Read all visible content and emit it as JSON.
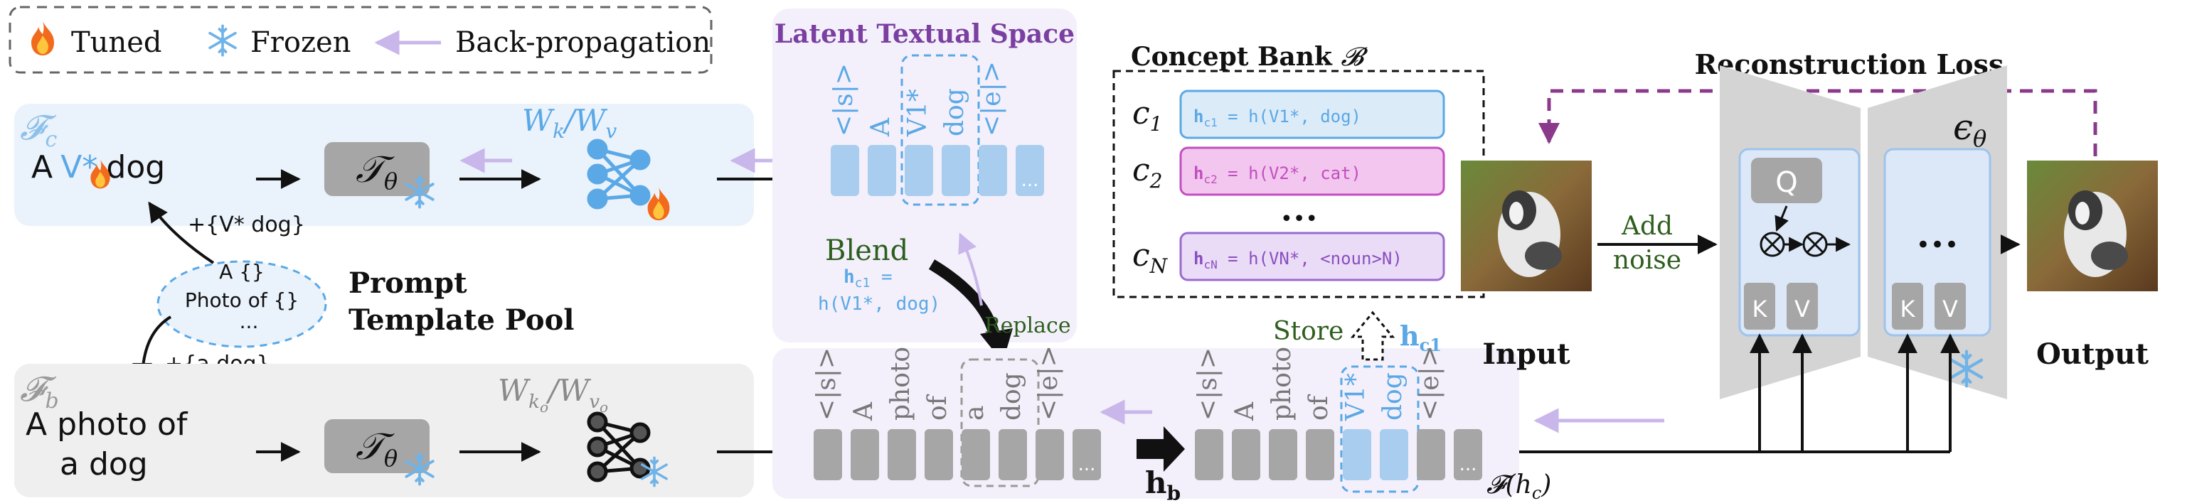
{
  "legend": {
    "tuned": "Tuned",
    "frozen": "Frozen",
    "backprop": "Back-propagation"
  },
  "branch_c": {
    "symbol": "𝓕",
    "subscript": "c",
    "prompt_a": "A",
    "prompt_v": "V*",
    "prompt_dog": "dog",
    "encoder": "𝒯",
    "encoder_sub": "θ",
    "weight_label": "Wk/Wv",
    "weight_main": "W",
    "weight_k": "k",
    "weight_v": "v",
    "fill_label": "+{V* dog}"
  },
  "branch_b": {
    "symbol": "𝓕",
    "subscript": "b",
    "prompt_line1": "A photo of",
    "prompt_line2": "a dog",
    "encoder": "𝒯",
    "encoder_sub": "θ",
    "weight_main": "W",
    "weight_k": "k",
    "weight_ko": "o",
    "weight_v": "v",
    "weight_vo": "o",
    "fill_label": "+{a dog}"
  },
  "prompt_pool": {
    "title_line1": "Prompt",
    "title_line2": "Template Pool",
    "template_1": "A {}",
    "template_2": "Photo of  {}",
    "template_3": "..."
  },
  "latent_space": {
    "title": "Latent Textual Space",
    "tokens_top": [
      "<|s|>",
      "A",
      "V1*",
      "dog",
      "<|e|>",
      "..."
    ],
    "blend_label": "Blend",
    "blend_eq_1": "h",
    "blend_eq_1_sub": "c1",
    "blend_eq_1_tail": " =",
    "blend_eq_2": "h(V1*, dog)",
    "replace_label": "Replace"
  },
  "bottom_tokens": {
    "tokens_left": [
      "<|s|>",
      "A",
      "photo",
      "of",
      "a",
      "dog",
      "<|e|>",
      "..."
    ],
    "hb_label": "h",
    "hb_sub": "b",
    "tokens_right": [
      "<|s|>",
      "A",
      "photo",
      "of",
      "V1*",
      "dog",
      "<|e|>",
      "..."
    ],
    "store_label": "Store",
    "store_h": "h",
    "store_h_sub": "c1",
    "f_label": "𝓕(h",
    "f_label_sub": "c",
    "f_label_tail": ")"
  },
  "concept_bank": {
    "title": "Concept Bank ",
    "title_symbol": "𝓑",
    "rows": [
      {
        "c": "c",
        "c_sub": "1",
        "h": "h",
        "h_sub": "c1",
        "eq": " = h(V1*, dog)"
      },
      {
        "c": "c",
        "c_sub": "2",
        "h": "h",
        "h_sub": "c2",
        "eq": " = h(V2*, cat)"
      },
      {
        "c": "c",
        "c_sub": "N",
        "h": "h",
        "h_sub": "cN",
        "eq": " = h(VN*, <noun>N)"
      }
    ],
    "ellipsis": "•••"
  },
  "unet": {
    "loss_label": "Reconstruction Loss",
    "epsilon": "ϵ",
    "epsilon_sub": "θ",
    "q_label": "Q",
    "k_label": "K",
    "v_label": "V",
    "k2_label": "K",
    "v2_label": "V",
    "ellipsis": "•••",
    "add_noise_line1": "Add",
    "add_noise_line2": "noise",
    "input_label": "Input",
    "output_label": "Output"
  },
  "colors": {
    "blue_fill": "#eaf2fb",
    "blue_token": "#a9cdef",
    "blue_accent": "#5aa8e6",
    "lavender_fill": "#f3f0fb",
    "gray_fill": "#efefef",
    "gray_box": "#a6a6a6",
    "purple_title": "#7a3fa0",
    "purple_dash": "#8b3a8b",
    "pink_row": "#f2c6ee",
    "green_text": "#2e5e1e",
    "backprop_arrow": "#c9b6ea"
  }
}
